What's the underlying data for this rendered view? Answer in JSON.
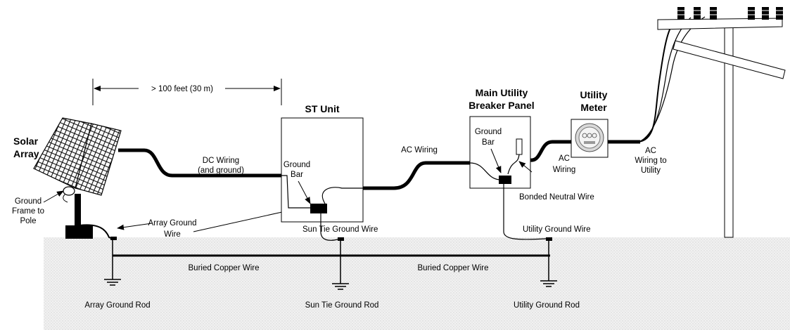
{
  "diagram": {
    "distance": "> 100 feet (30 m)",
    "solar_array": [
      "Solar",
      "Array"
    ],
    "ground_frame": [
      "Ground",
      "Frame to",
      "Pole"
    ],
    "array_ground_wire": [
      "Array Ground",
      "Wire"
    ],
    "dc_wiring": [
      "DC Wiring",
      "(and ground)"
    ],
    "st_unit": "ST Unit",
    "st_ground_bar": [
      "Ground",
      "Bar"
    ],
    "sun_tie_ground_wire": "Sun Tie Ground Wire",
    "ac_wiring_1": "AC Wiring",
    "main_panel": [
      "Main Utility",
      "Breaker Panel"
    ],
    "panel_ground_bar": [
      "Ground",
      "Bar"
    ],
    "ac_wiring_2": [
      "AC",
      "Wiring"
    ],
    "bonded_neutral": "Bonded Neutral Wire",
    "utility_ground_wire": "Utility Ground Wire",
    "utility_meter": [
      "Utility",
      "Meter"
    ],
    "ac_to_utility": [
      "AC",
      "Wiring to",
      "Utility"
    ],
    "buried_wire_1": "Buried Copper Wire",
    "buried_wire_2": "Buried Copper Wire",
    "array_ground_rod": "Array Ground Rod",
    "sun_tie_ground_rod": "Sun Tie Ground Rod",
    "utility_ground_rod": "Utility Ground Rod"
  },
  "colors": {
    "wire": "#000000",
    "ground_fill": "#eeeeee"
  }
}
